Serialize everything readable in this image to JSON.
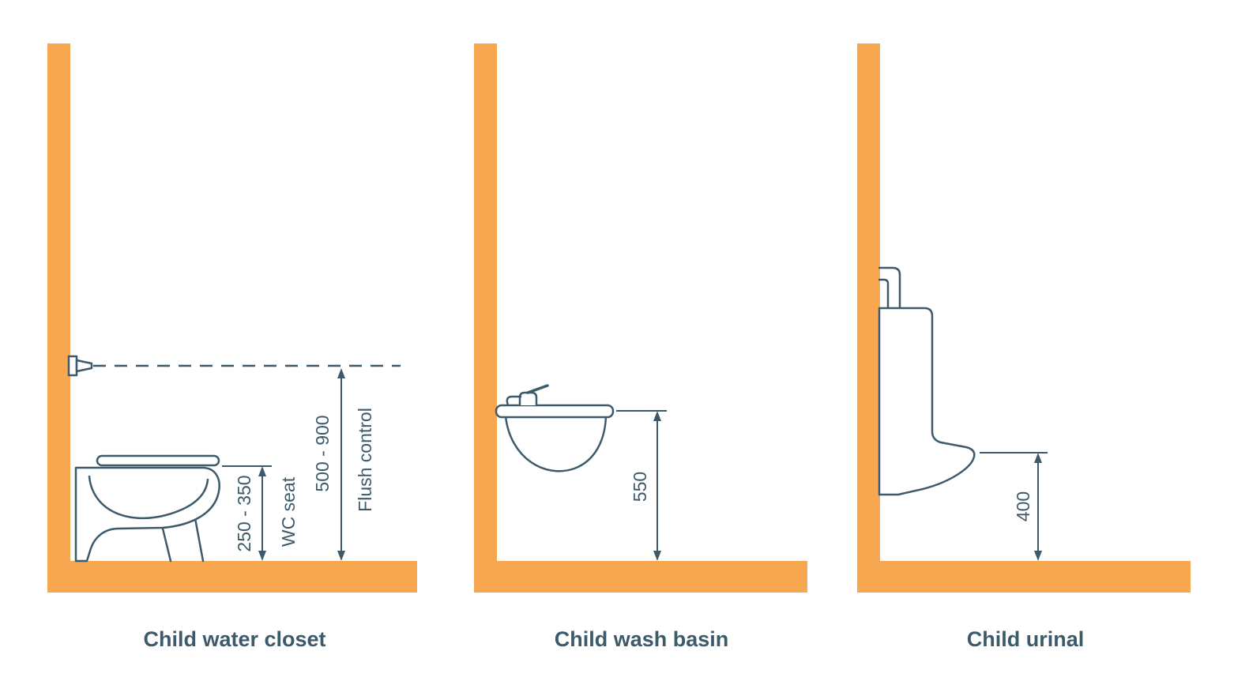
{
  "colors": {
    "wall_orange": "#F6A74F",
    "line_slate": "#3D5A6B",
    "background": "#FFFFFF",
    "text": "#3D5A6B"
  },
  "drawings": [
    "toilet-side-view",
    "flush-control-button",
    "wash-basin-side-view",
    "urinal-side-view"
  ],
  "panels": [
    {
      "title": "Child water closet",
      "labels": {
        "seat_height": "250 - 350",
        "seat_name": "WC seat",
        "flush_height": "500 - 900",
        "flush_name": "Flush control"
      }
    },
    {
      "title": "Child wash basin",
      "labels": {
        "basin_height": "550"
      }
    },
    {
      "title": "Child urinal",
      "labels": {
        "rim_height": "400"
      }
    }
  ]
}
